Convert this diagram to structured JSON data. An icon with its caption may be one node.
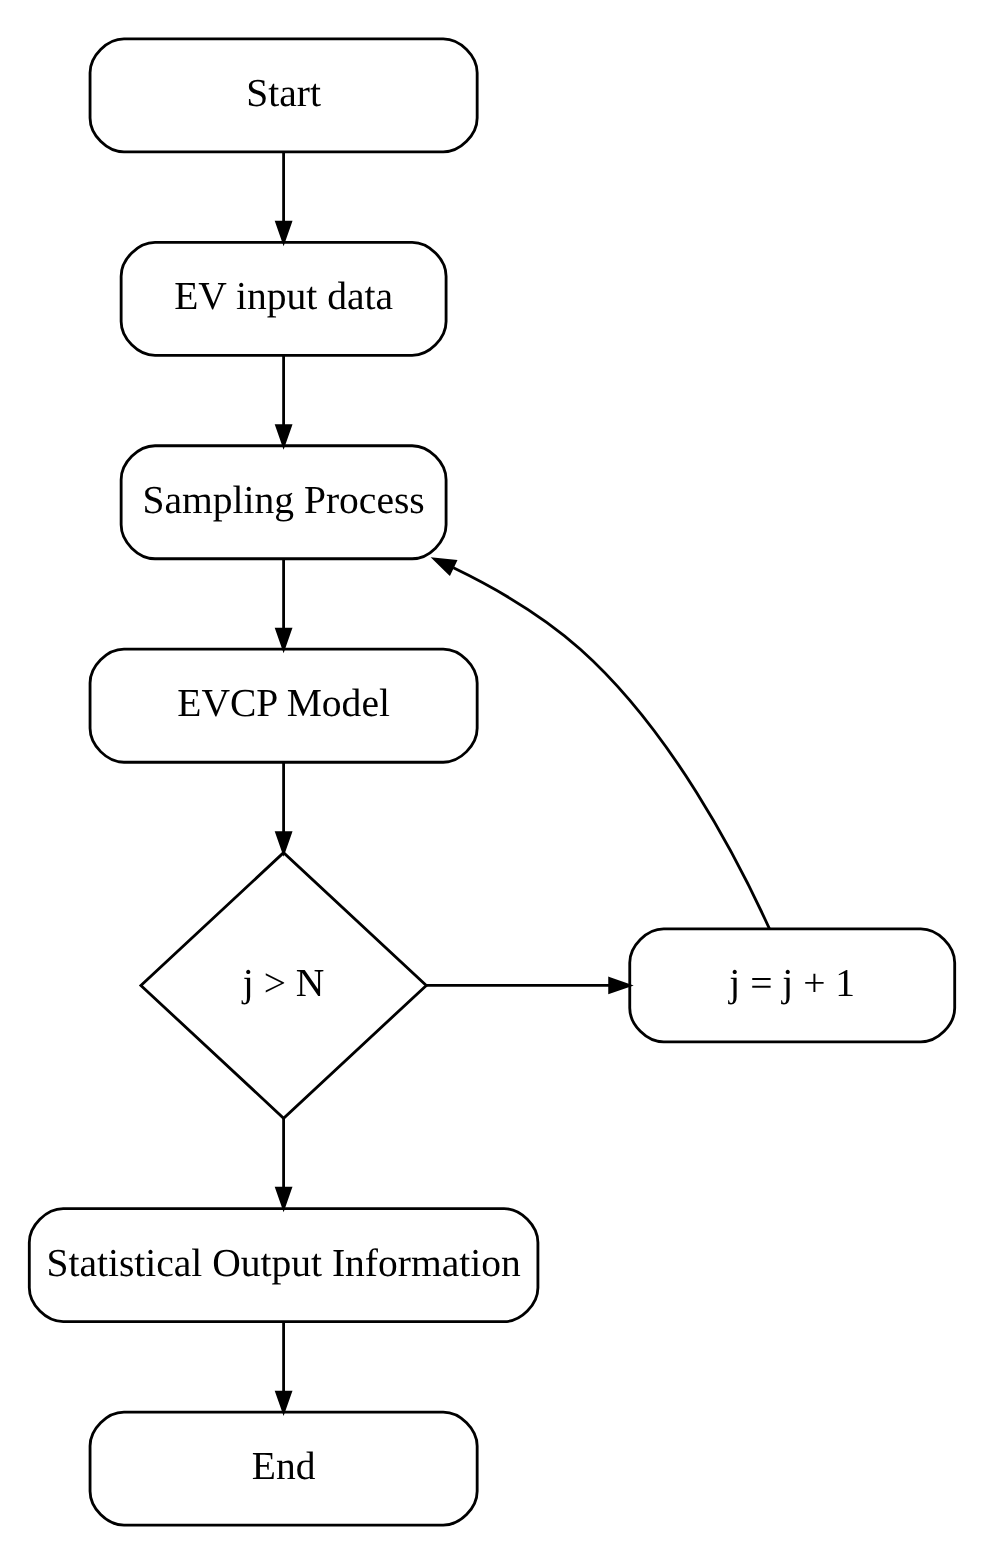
{
  "diagram": {
    "nodes": [
      {
        "text": [
          "Start"
        ]
      },
      {
        "text": [
          "EV input data"
        ]
      },
      {
        "text": [
          "Sampling Process"
        ]
      },
      {
        "text": [
          "EVCP Model"
        ]
      },
      {
        "text": [
          "j > N"
        ]
      },
      {
        "text": [
          "j = j + 1"
        ]
      },
      {
        "text": [
          "Statistical Output Information"
        ]
      },
      {
        "text": [
          "End"
        ]
      }
    ],
    "edges": [
      {
        "from": 0,
        "to": 1,
        "arrow": "to"
      },
      {
        "from": 1,
        "to": 2,
        "arrow": "to"
      },
      {
        "from": 2,
        "to": 3,
        "arrow": "to"
      },
      {
        "from": 3,
        "to": 4,
        "arrow": "to"
      },
      {
        "from": 4,
        "to": 5,
        "arrow": "to"
      },
      {
        "from": 5,
        "to": 2,
        "arrow": "to"
      },
      {
        "from": 4,
        "to": 6,
        "arrow": "to"
      },
      {
        "from": 6,
        "to": 7,
        "arrow": "to"
      }
    ]
  }
}
